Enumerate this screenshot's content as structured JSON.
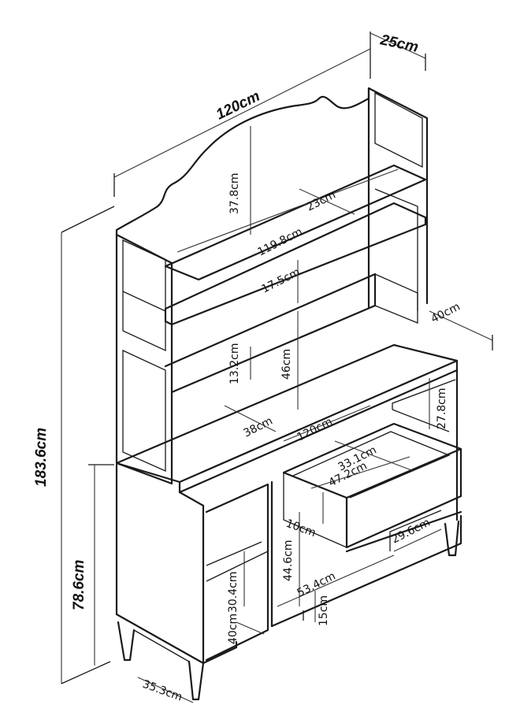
{
  "dimensions": {
    "overall_depth": "25cm",
    "overall_width": "120cm",
    "overall_height": "183.6cm",
    "arch_height": "37.8cm",
    "top_shelf_depth": "23cm",
    "shelf_width": "119.8cm",
    "shelf_gap": "17.5cm",
    "upper_side_depth": "40cm",
    "lower_gap": "13.2cm",
    "hutch_height": "46cm",
    "counter_depth": "38cm",
    "counter_width": "120cm",
    "right_shelf_height": "27.8cm",
    "drawer_inner_depth": "33.1cm",
    "drawer_inner_width": "47.2cm",
    "drawer_height": "10cm",
    "right_compartment_width": "29.6cm",
    "center_height": "44.6cm",
    "base_height": "78.6cm",
    "left_shelf_height": "30.4cm",
    "left_compartment_depth": "40cm",
    "center_width": "53.4cm",
    "leg_height": "15cm",
    "base_depth": "35.3cm"
  }
}
